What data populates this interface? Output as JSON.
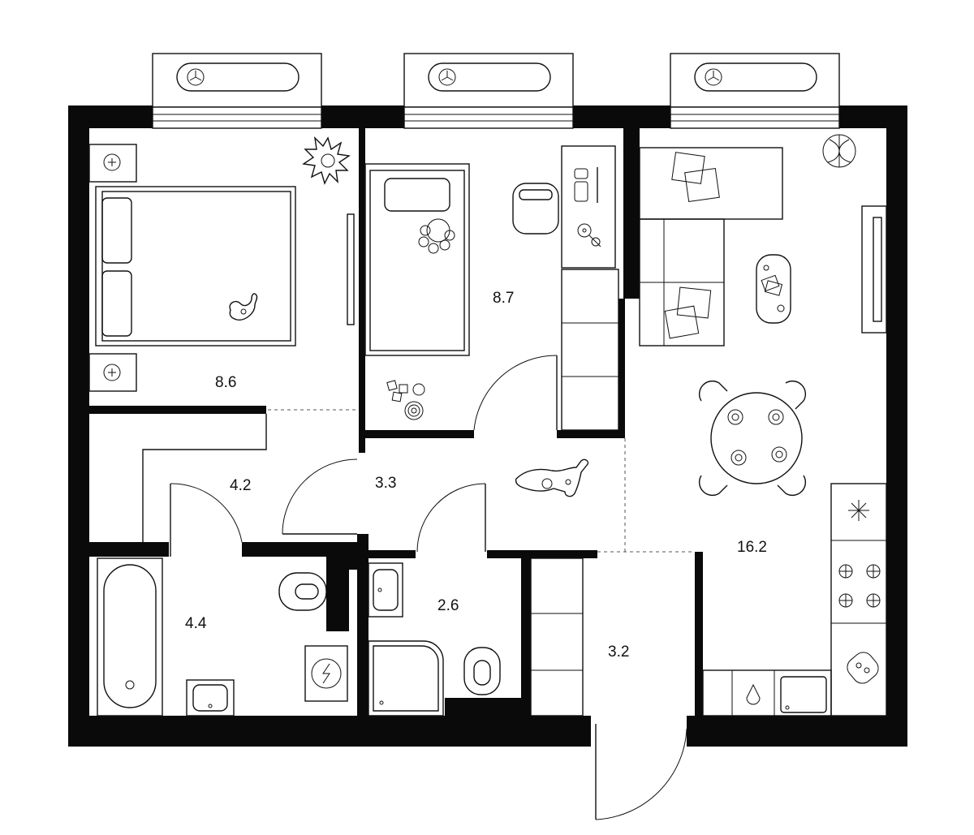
{
  "floorplan": {
    "rooms": [
      {
        "id": "bedroom",
        "area": "8.6"
      },
      {
        "id": "kids-room",
        "area": "8.7"
      },
      {
        "id": "living-kitchen",
        "area": "16.2"
      },
      {
        "id": "corridor",
        "area": "4.2"
      },
      {
        "id": "hall",
        "area": "3.3"
      },
      {
        "id": "bathroom",
        "area": "4.4"
      },
      {
        "id": "shower-room",
        "area": "2.6"
      },
      {
        "id": "entrance",
        "area": "3.2"
      }
    ],
    "icons": [
      "ac-unit-icon",
      "plant-icon",
      "cat-icon",
      "dog-icon",
      "toy-blocks-icon",
      "snowflake-icon",
      "stove-icon",
      "washing-machine-icon",
      "toilet-icon",
      "sink-icon",
      "bathtub-icon",
      "shower-icon",
      "bed-icon",
      "sofa-icon",
      "dining-table-icon",
      "desk-icon",
      "chair-icon"
    ],
    "colors": {
      "wall": "#0a0a0a",
      "line": "#111111",
      "background": "#ffffff"
    }
  }
}
